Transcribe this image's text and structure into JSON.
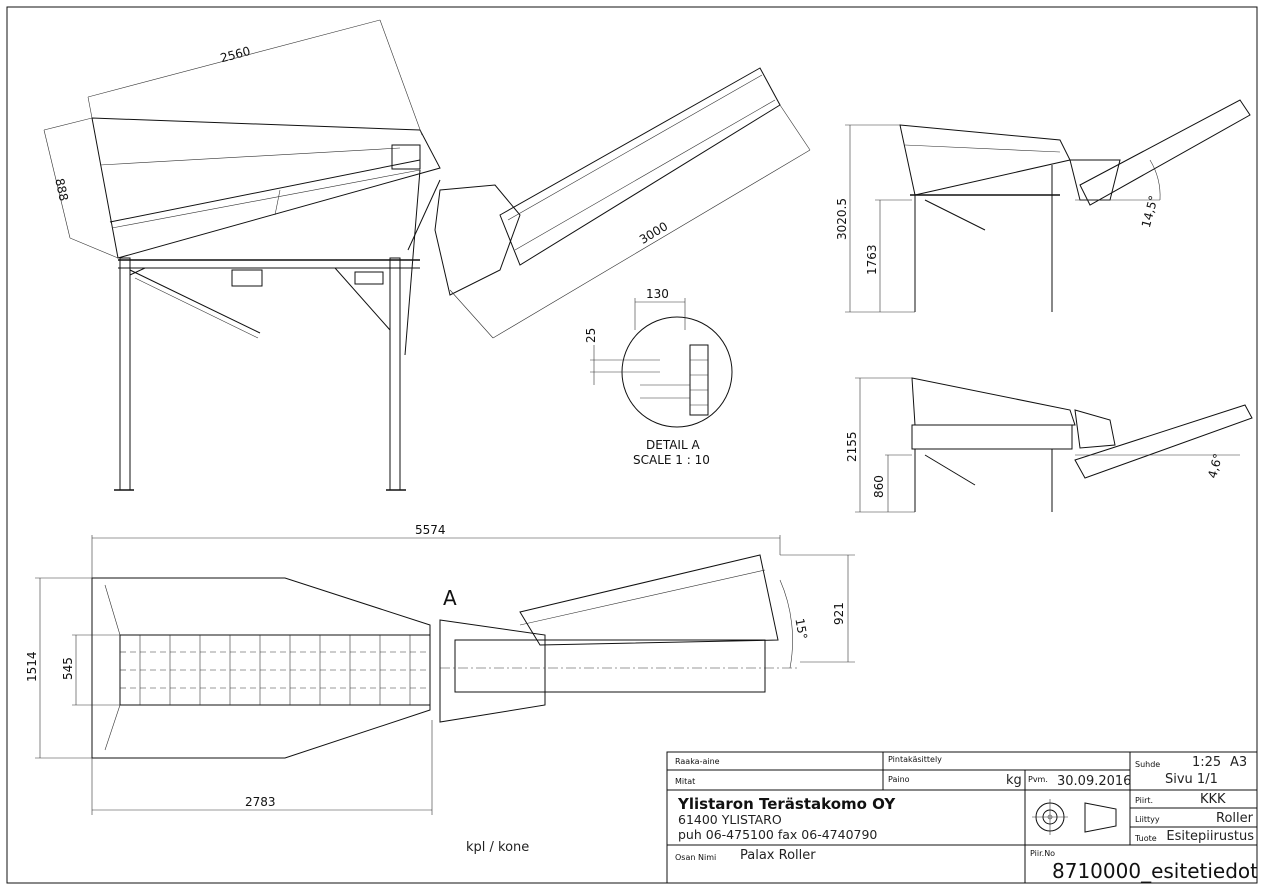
{
  "side_view": {
    "dim_length": "2560",
    "dim_height": "888",
    "dim_conveyor": "3000"
  },
  "detail": {
    "dim_width": "130",
    "dim_pitch": "25",
    "title": "DETAIL A",
    "scale": "SCALE 1 : 10"
  },
  "right_view_upper": {
    "dim_total": "3020.5",
    "dim_lower": "1763",
    "angle": "14,5°"
  },
  "right_view_lower": {
    "dim_total": "2155",
    "dim_lower": "860",
    "angle": "4,6°"
  },
  "plan_view": {
    "dim_length": "5574",
    "dim_width": "1514",
    "dim_inner": "545",
    "dim_offset": "921",
    "angle": "15°",
    "dim_base": "2783",
    "detail_marker": "A"
  },
  "quantity_note": "kpl / kone",
  "title_block": {
    "raaka_aine_label": "Raaka-aine",
    "pintakasittely_label": "Pintakäsittely",
    "mitat_label": "Mitat",
    "paino_label": "Paino",
    "paino_unit": "kg",
    "pvm_label": "Pvm.",
    "pvm_value": "30.09.2016",
    "suhde_label": "Suhde",
    "suhde_value": "1:25",
    "paper_size": "A3",
    "sivu": "Sivu 1/1",
    "company": "Ylistaron Terästakomo OY",
    "address": "61400 YLISTARO",
    "phone": "puh 06-475100 fax 06-4740790",
    "piirt_label": "Piirt.",
    "piirt_value": "KKK",
    "liittyy_label": "Liittyy",
    "liittyy_value": "Roller",
    "tuote_label": "Tuote",
    "tuote_value": "Esitepiirustus",
    "osan_nimi_label": "Osan Nimi",
    "osan_nimi_value": "Palax Roller",
    "piir_no_label": "Piir.No",
    "piir_no_value": "8710000_esitetiedot"
  }
}
